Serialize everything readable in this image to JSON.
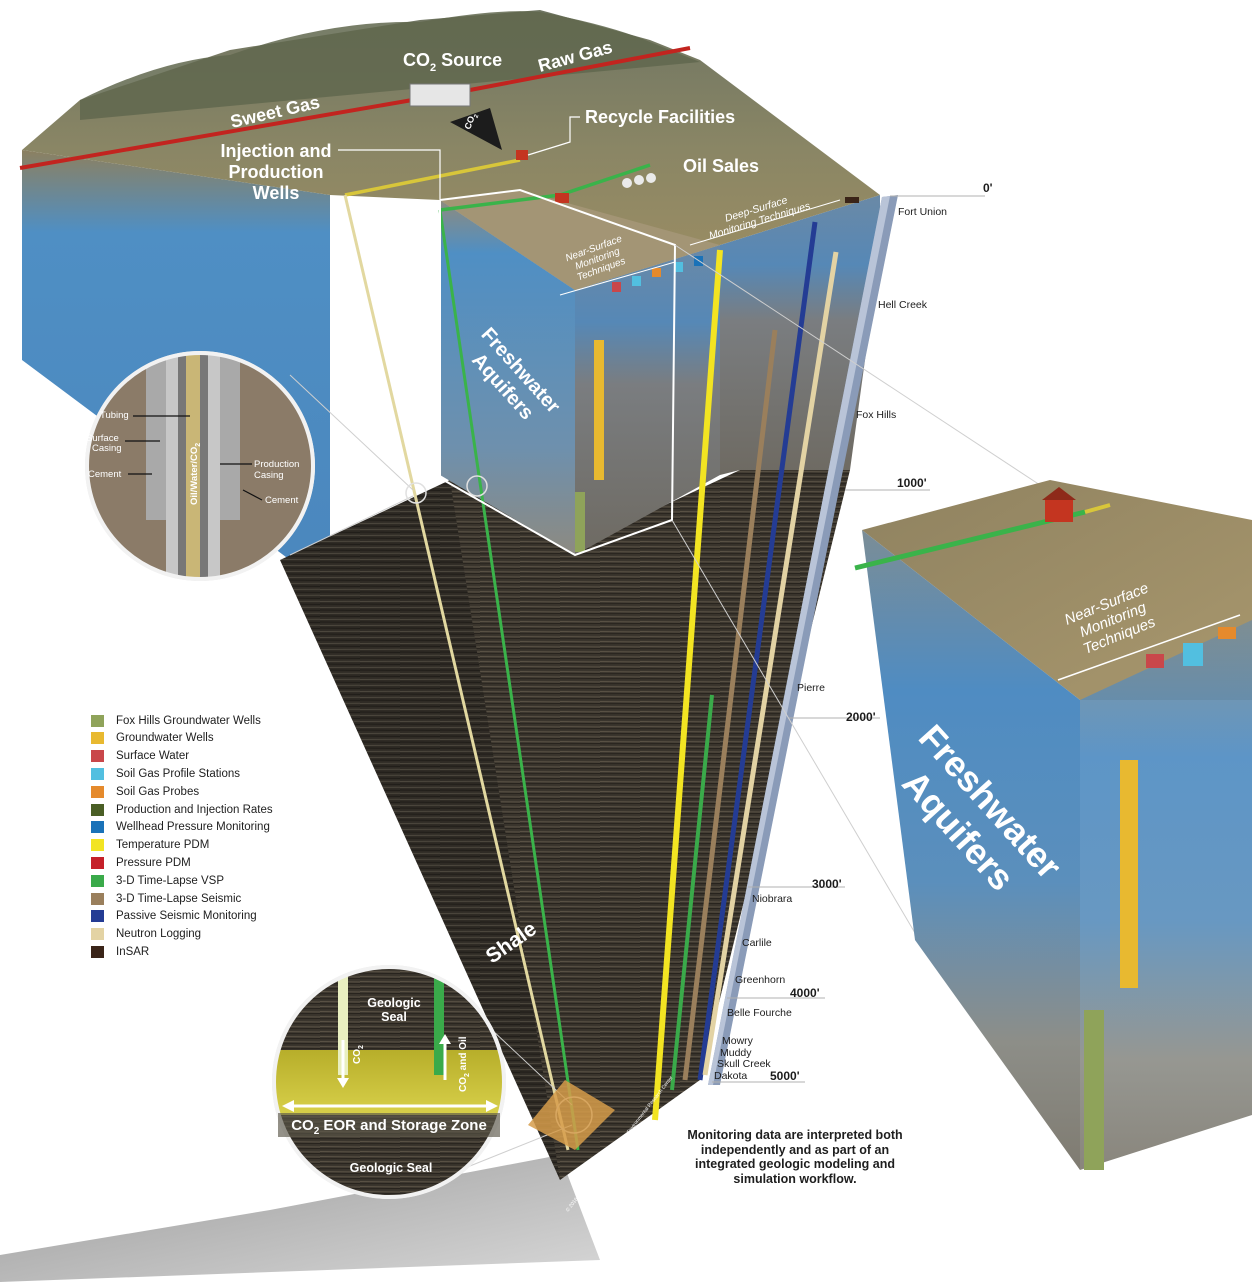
{
  "labels": {
    "co2_source": "CO",
    "co2_source_sub": "2",
    "co2_source_suffix": " Source",
    "raw_gas": "Raw Gas",
    "sweet_gas": "Sweet Gas",
    "recycle_facilities": "Recycle Facilities",
    "co2_pipe": "CO",
    "co2_pipe_sub": "2",
    "injection_line1": "Injection and",
    "injection_line2": "Production",
    "injection_line3": "Wells",
    "oil_sales": "Oil Sales",
    "deep_surface_line1": "Deep-Surface",
    "deep_surface_line2": "Monitoring Techniques",
    "near_surface_line1": "Near-Surface",
    "near_surface_line2": "Monitoring",
    "near_surface_line3": "Techniques",
    "freshwater_line1": "Freshwater",
    "freshwater_line2": "Aquifers",
    "shale": "Shale"
  },
  "depth_ticks": [
    "0'",
    "1000'",
    "2000'",
    "3000'",
    "4000'",
    "5000'"
  ],
  "formations": [
    "Fort Union",
    "Hell Creek",
    "Fox Hills",
    "Pierre",
    "Niobrara",
    "Carlile",
    "Greenhorn",
    "Belle Fourche",
    "Mowry",
    "Muddy",
    "Skull Creek",
    "Dakota"
  ],
  "well_callout": {
    "tubing": "Tubing",
    "surface_casing_1": "Surface",
    "surface_casing_2": "Casing",
    "cement_left": "Cement",
    "production_casing_1": "Production",
    "production_casing_2": "Casing",
    "cement_right": "Cement",
    "fluid": "Oil/Water/CO",
    "fluid_sub": "2"
  },
  "reservoir_callout": {
    "geologic_seal_top_1": "Geologic",
    "geologic_seal_top_2": "Seal",
    "co2_down": "CO",
    "co2_down_sub": "2",
    "co2_and_oil": "CO",
    "co2_and_oil_sub": "2",
    "co2_and_oil_suffix": " and Oil",
    "zone_prefix": "CO",
    "zone_sub": "2",
    "zone_suffix": " EOR and Storage Zone",
    "geologic_seal_bottom": "Geologic Seal"
  },
  "zoom": {
    "near_surface_line1": "Near-Surface",
    "near_surface_line2": "Monitoring",
    "near_surface_line3": "Techniques",
    "freshwater_line1": "Freshwater",
    "freshwater_line2": "Aquifers"
  },
  "legend": [
    {
      "label": "Fox Hills Groundwater Wells",
      "color": "#8fa35a"
    },
    {
      "label": "Groundwater  Wells",
      "color": "#e8b930"
    },
    {
      "label": "Surface Water",
      "color": "#c9474a"
    },
    {
      "label": "Soil Gas Profile Stations",
      "color": "#52bfe0"
    },
    {
      "label": "Soil Gas Probes",
      "color": "#e58a2c"
    },
    {
      "label": "Production and Injection Rates",
      "color": "#4a5e25"
    },
    {
      "label": "Wellhead Pressure Monitoring",
      "color": "#1a72b8"
    },
    {
      "label": "Temperature PDM",
      "color": "#f2e422"
    },
    {
      "label": "Pressure PDM",
      "color": "#c52029"
    },
    {
      "label": "3-D Time-Lapse VSP",
      "color": "#3aaa4a"
    },
    {
      "label": "3-D Time-Lapse Seismic",
      "color": "#9a7f5c"
    },
    {
      "label": "Passive Seismic Monitoring",
      "color": "#243c94"
    },
    {
      "label": "Neutron Logging",
      "color": "#e3d3a4"
    },
    {
      "label": "InSAR",
      "color": "#3a2418"
    }
  ],
  "note": "Monitoring data are interpreted both independently and as part of an integrated geologic modeling and simulation workflow.",
  "copyright": "© 2016 University of North Dakota Energy & Environmental Research Center"
}
